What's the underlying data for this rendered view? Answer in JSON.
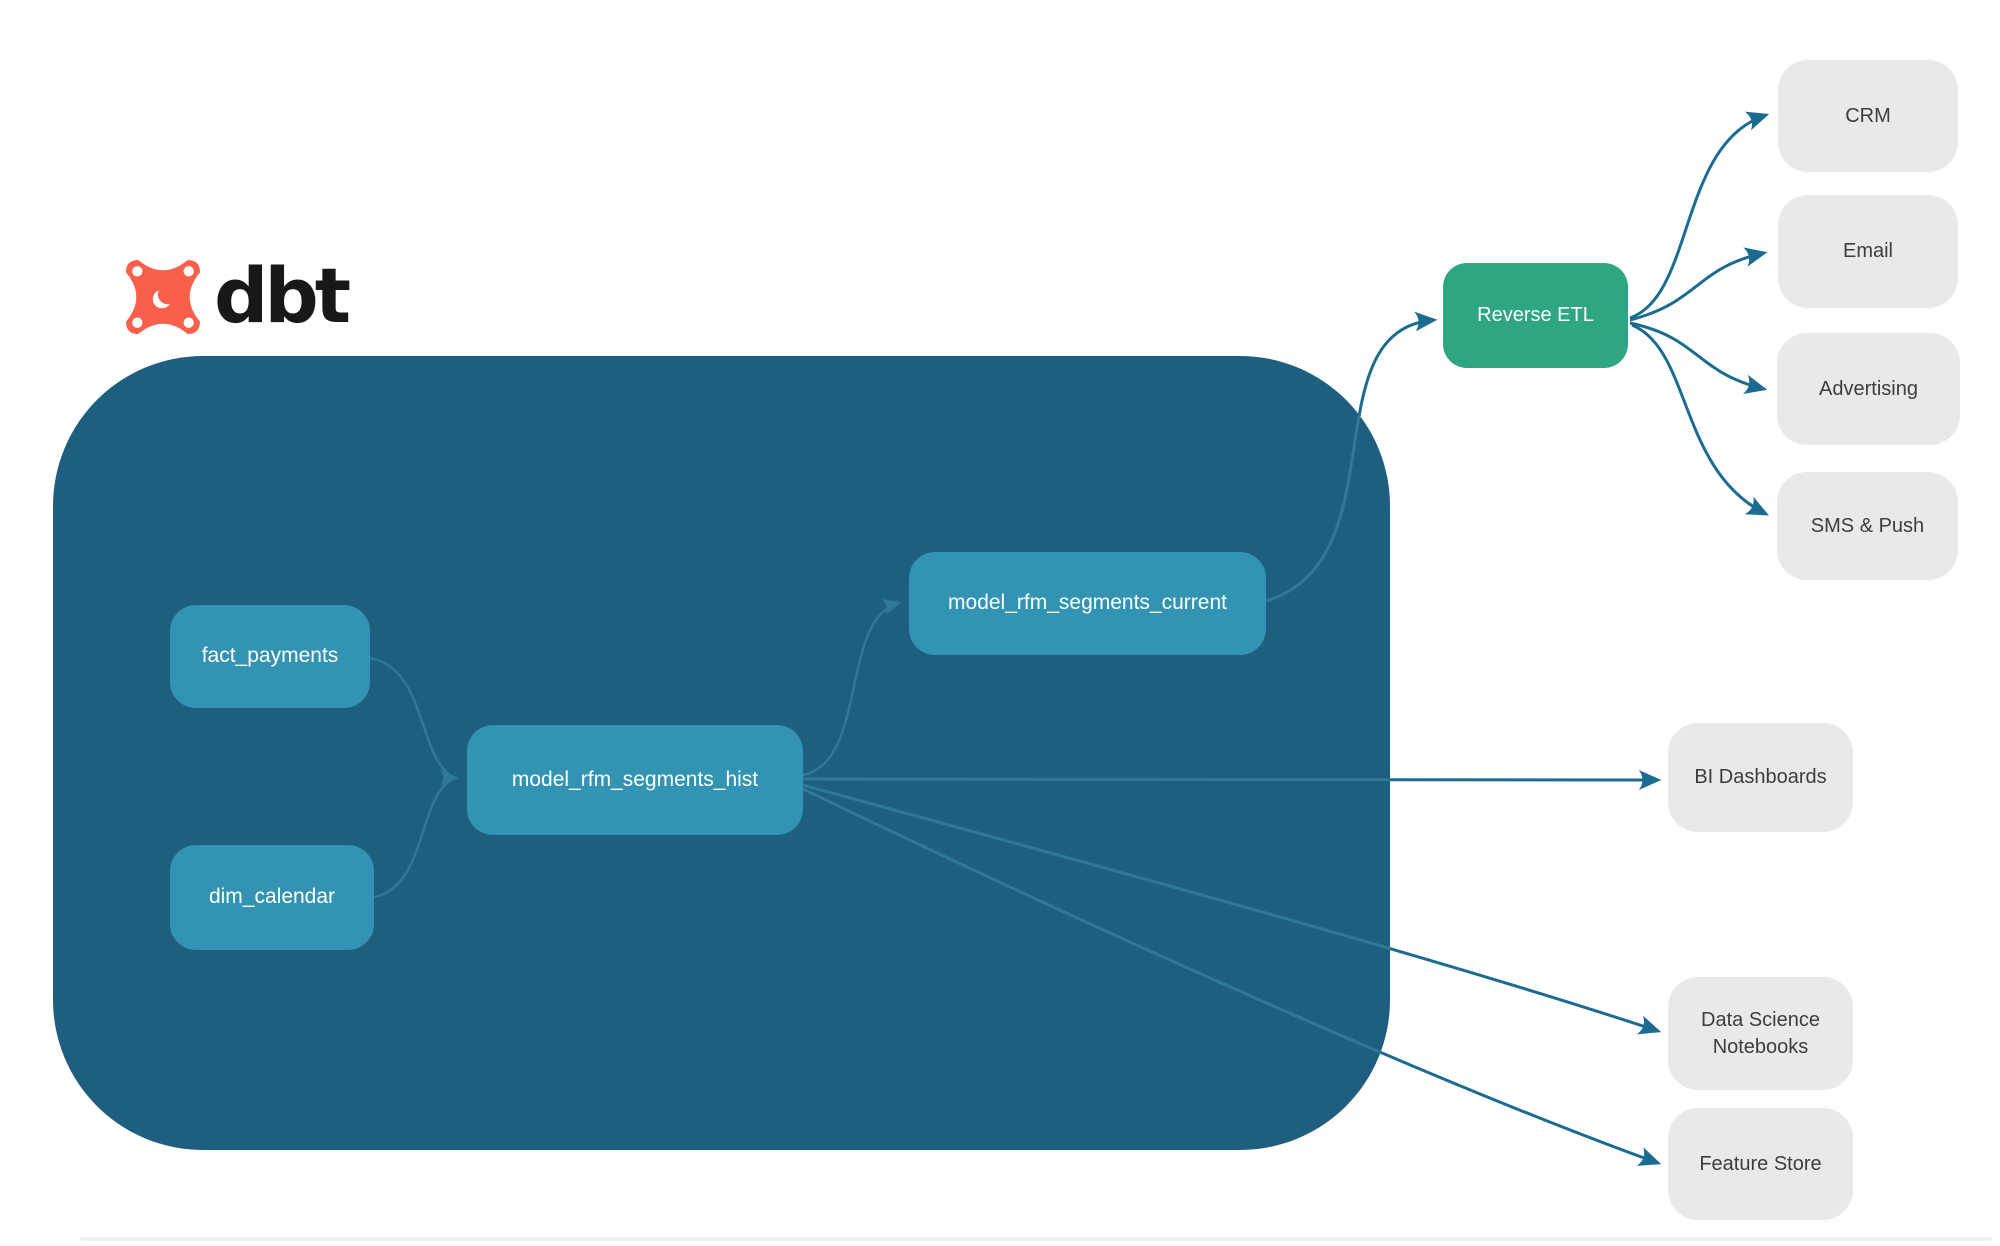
{
  "logo": {
    "text": "dbt"
  },
  "nodes": {
    "fact_payments": {
      "label": "fact_payments"
    },
    "dim_calendar": {
      "label": "dim_calendar"
    },
    "model_rfm_segments_hist": {
      "label": "model_rfm_segments_hist"
    },
    "model_rfm_segments_current": {
      "label": "model_rfm_segments_current"
    },
    "reverse_etl": {
      "label": "Reverse ETL"
    },
    "crm": {
      "label": "CRM"
    },
    "email": {
      "label": "Email"
    },
    "advertising": {
      "label": "Advertising"
    },
    "sms_push": {
      "label": "SMS & Push"
    },
    "bi_dashboards": {
      "label": "BI Dashboards"
    },
    "data_science_notebooks": {
      "label": "Data Science Notebooks"
    },
    "feature_store": {
      "label": "Feature Store"
    }
  },
  "edges": [
    {
      "from": "fact_payments",
      "to": "model_rfm_segments_hist"
    },
    {
      "from": "dim_calendar",
      "to": "model_rfm_segments_hist"
    },
    {
      "from": "model_rfm_segments_hist",
      "to": "model_rfm_segments_current"
    },
    {
      "from": "model_rfm_segments_current",
      "to": "reverse_etl"
    },
    {
      "from": "reverse_etl",
      "to": "crm"
    },
    {
      "from": "reverse_etl",
      "to": "email"
    },
    {
      "from": "reverse_etl",
      "to": "advertising"
    },
    {
      "from": "reverse_etl",
      "to": "sms_push"
    },
    {
      "from": "model_rfm_segments_hist",
      "to": "bi_dashboards"
    },
    {
      "from": "model_rfm_segments_hist",
      "to": "data_science_notebooks"
    },
    {
      "from": "model_rfm_segments_hist",
      "to": "feature_store"
    }
  ],
  "colors": {
    "container_bg": "#1e5e7e",
    "model_node_bg": "#3294b2",
    "reverse_etl_bg": "#2ea583",
    "destination_bg": "#e9e9e9",
    "destination_text": "#3d3d3d",
    "node_text": "#ffffff",
    "arrow_outside": "#1c6b90",
    "arrow_inside": "#2f7896",
    "logo_orange": "#f9604c",
    "logo_text": "#181818"
  }
}
